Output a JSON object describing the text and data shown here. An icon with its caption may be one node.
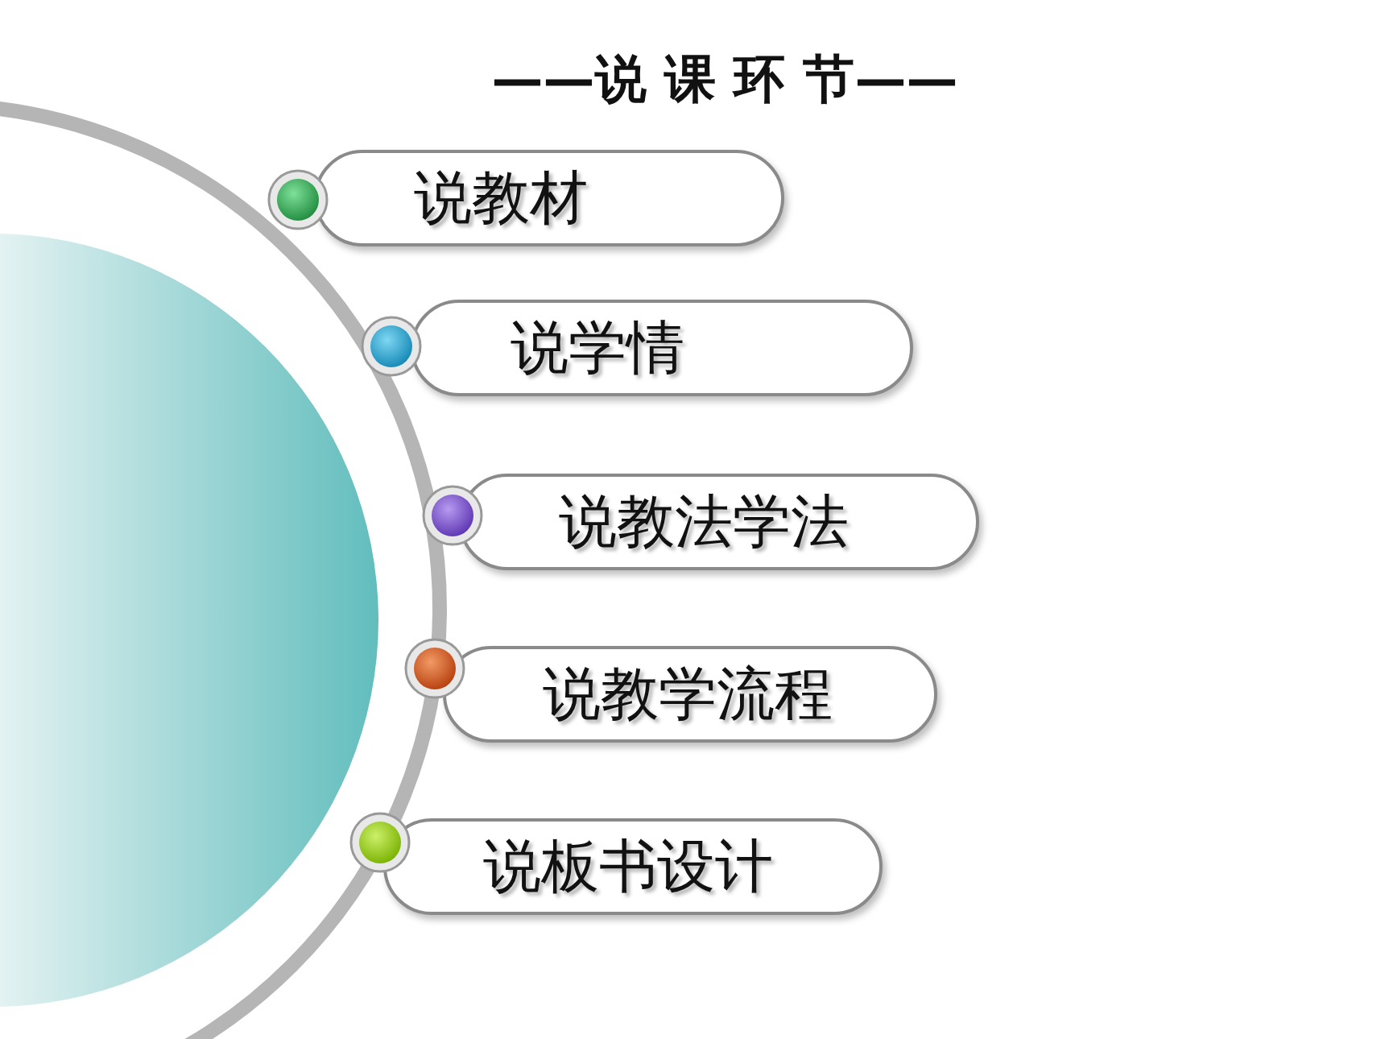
{
  "diagram": {
    "title": "——说 课 环 节——",
    "nodes": [
      {
        "text": [
          "说教材"
        ]
      },
      {
        "text": [
          "说学情"
        ]
      },
      {
        "text": [
          "说教法学法"
        ]
      },
      {
        "text": [
          "说教学流程"
        ]
      },
      {
        "text": [
          "说板书设计"
        ]
      }
    ]
  }
}
